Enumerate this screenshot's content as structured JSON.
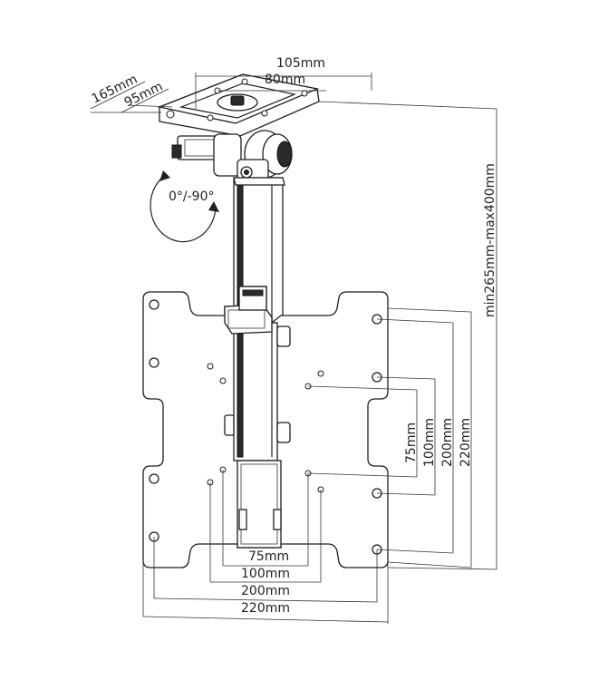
{
  "top_plate": {
    "width_outer": "105mm",
    "width_inner": "80mm",
    "depth_outer": "165mm",
    "depth_inner": "95mm"
  },
  "rotation_label": "0°/-90°",
  "height_label": "min265mm-max400mm",
  "vesa_vertical": [
    "75mm",
    "100mm",
    "200mm",
    "220mm"
  ],
  "vesa_horizontal": [
    "75mm",
    "100mm",
    "200mm",
    "220mm"
  ]
}
